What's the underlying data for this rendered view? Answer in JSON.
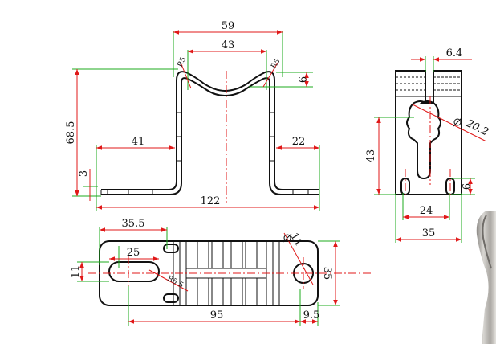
{
  "front_view": {
    "dim_59": "59",
    "dim_43": "43",
    "dim_r5_left": "R5",
    "dim_r5_right": "R5",
    "dim_9": "9",
    "dim_68_5": "68.5",
    "dim_41": "41",
    "dim_22": "22",
    "dim_3": "3",
    "dim_122": "122"
  },
  "side_view": {
    "dim_6_4": "6.4",
    "dim_diam_20_2": "20.2",
    "dim_43": "43",
    "dim_9": "9",
    "dim_24": "24",
    "dim_35": "35"
  },
  "top_view": {
    "dim_35_5": "35.5",
    "dim_25": "25",
    "dim_11": "11",
    "dim_r5_5": "R5.5",
    "dim_diam_11": "11",
    "dim_35": "35",
    "dim_95": "95",
    "dim_9_5": "9.5"
  },
  "colors": {
    "dimension": "#e01818",
    "extension": "#1cab1c",
    "outline": "#111111"
  }
}
